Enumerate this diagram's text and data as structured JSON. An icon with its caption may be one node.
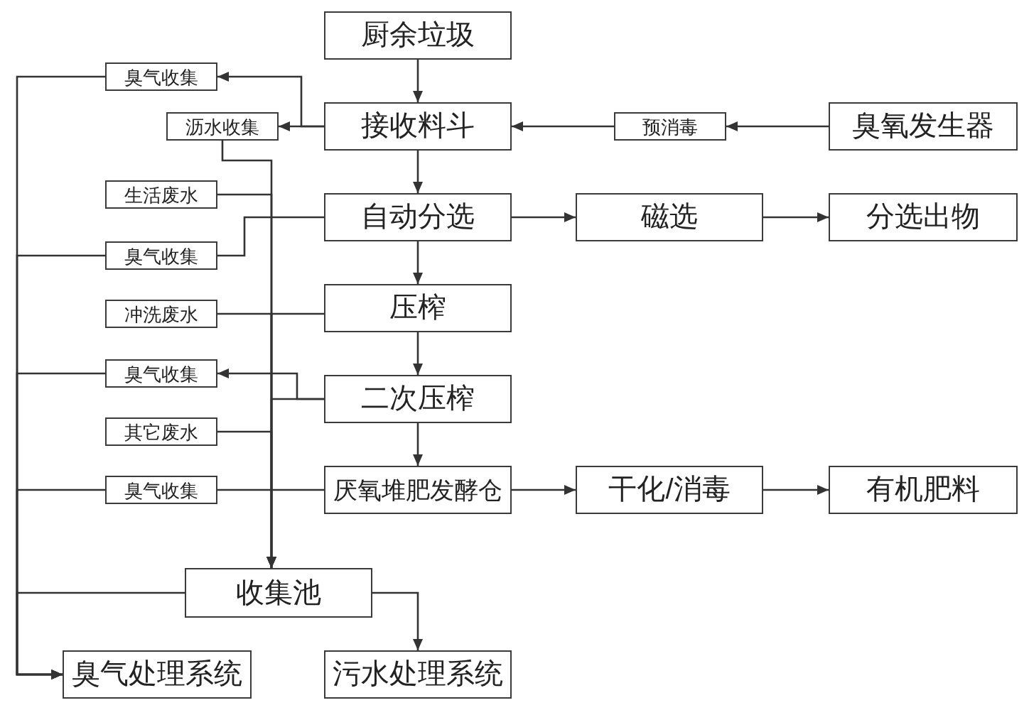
{
  "diagram": {
    "nodes": [
      {
        "text": [
          "厨余垃圾"
        ]
      },
      {
        "text": [
          "臭气收集"
        ]
      },
      {
        "text": [
          "沥水收集"
        ]
      },
      {
        "text": [
          "接收料斗"
        ]
      },
      {
        "text": [
          "预消毒"
        ]
      },
      {
        "text": [
          "臭氧发生器"
        ]
      },
      {
        "text": [
          "生活废水"
        ]
      },
      {
        "text": [
          "自动分选"
        ]
      },
      {
        "text": [
          "磁选"
        ]
      },
      {
        "text": [
          "分选出物"
        ]
      },
      {
        "text": [
          "臭气收集"
        ]
      },
      {
        "text": [
          "冲洗废水"
        ]
      },
      {
        "text": [
          "压榨"
        ]
      },
      {
        "text": [
          "臭气收集"
        ]
      },
      {
        "text": [
          "二次压榨"
        ]
      },
      {
        "text": [
          "其它废水"
        ]
      },
      {
        "text": [
          "臭气收集"
        ]
      },
      {
        "text": [
          "厌氧堆肥发酵仓"
        ]
      },
      {
        "text": [
          "干化/消毒"
        ]
      },
      {
        "text": [
          "有机肥料"
        ]
      },
      {
        "text": [
          "收集池"
        ]
      },
      {
        "text": [
          "臭气处理系统"
        ]
      },
      {
        "text": [
          "污水处理系统"
        ]
      }
    ],
    "edges": [
      {
        "from": 0,
        "to": 3,
        "arrow": "to"
      },
      {
        "from": 3,
        "to": 7,
        "arrow": "to"
      },
      {
        "from": 7,
        "to": 12,
        "arrow": "to"
      },
      {
        "from": 12,
        "to": 14,
        "arrow": "to"
      },
      {
        "from": 14,
        "to": 17,
        "arrow": "to"
      },
      {
        "from": 7,
        "to": 8,
        "arrow": "to"
      },
      {
        "from": 8,
        "to": 9,
        "arrow": "to"
      },
      {
        "from": 17,
        "to": 18,
        "arrow": "to"
      },
      {
        "from": 18,
        "to": 19,
        "arrow": "to"
      },
      {
        "from": 5,
        "to": 4,
        "arrow": "to"
      },
      {
        "from": 4,
        "to": 3,
        "arrow": "to"
      },
      {
        "from": 3,
        "to": 2,
        "arrow": "to"
      },
      {
        "from": 3,
        "to": 1,
        "arrow": "to"
      },
      {
        "from": 1,
        "to": 21,
        "arrow": "to"
      },
      {
        "from": 2,
        "to": 20,
        "arrow": "to"
      },
      {
        "from": 6,
        "to": 20,
        "arrow": "to"
      },
      {
        "from": 7,
        "to": 10,
        "arrow": "none"
      },
      {
        "from": 10,
        "to": 21,
        "arrow": "to"
      },
      {
        "from": 11,
        "to": 20,
        "arrow": "to"
      },
      {
        "from": 12,
        "to": 20,
        "arrow": "to"
      },
      {
        "from": 14,
        "to": 13,
        "arrow": "to"
      },
      {
        "from": 14,
        "to": 20,
        "arrow": "to"
      },
      {
        "from": 13,
        "to": 21,
        "arrow": "to"
      },
      {
        "from": 15,
        "to": 20,
        "arrow": "to"
      },
      {
        "from": 17,
        "to": 16,
        "arrow": "none"
      },
      {
        "from": 16,
        "to": 21,
        "arrow": "to"
      },
      {
        "from": 20,
        "to": 21,
        "arrow": "to"
      },
      {
        "from": 20,
        "to": 22,
        "arrow": "to"
      }
    ]
  }
}
